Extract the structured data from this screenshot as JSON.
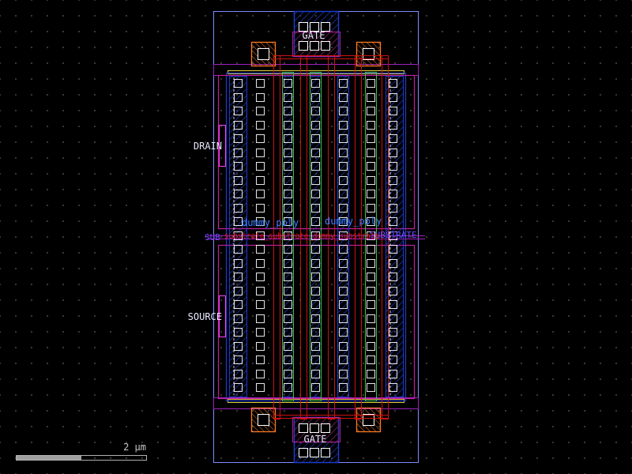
{
  "labels": {
    "gate_top": "GATE",
    "gate_bottom": "GATE",
    "drain": "DRAIN",
    "source": "SOURCE",
    "dummy_poly_left": "dummy_poly",
    "dummy_poly_right": "dummy_poly",
    "substrate_left": "SUB",
    "substrate_right": "SUBSTRATE",
    "overlap_text": "substrate_substrate_dummy_substrate"
  },
  "scale_bar": {
    "label": "2 µm"
  },
  "layer_colors": {
    "boundary": "#7a8cff",
    "nwell": "#a020c0",
    "diffusion": "#1e3cc8",
    "poly": "#d01010",
    "metal1": "#c020a0",
    "metal1_pin": "#ff40ff",
    "contact": "#ffffff",
    "via": "#ff7a20",
    "dummy": "#40c040",
    "implant": "#e0d040"
  }
}
